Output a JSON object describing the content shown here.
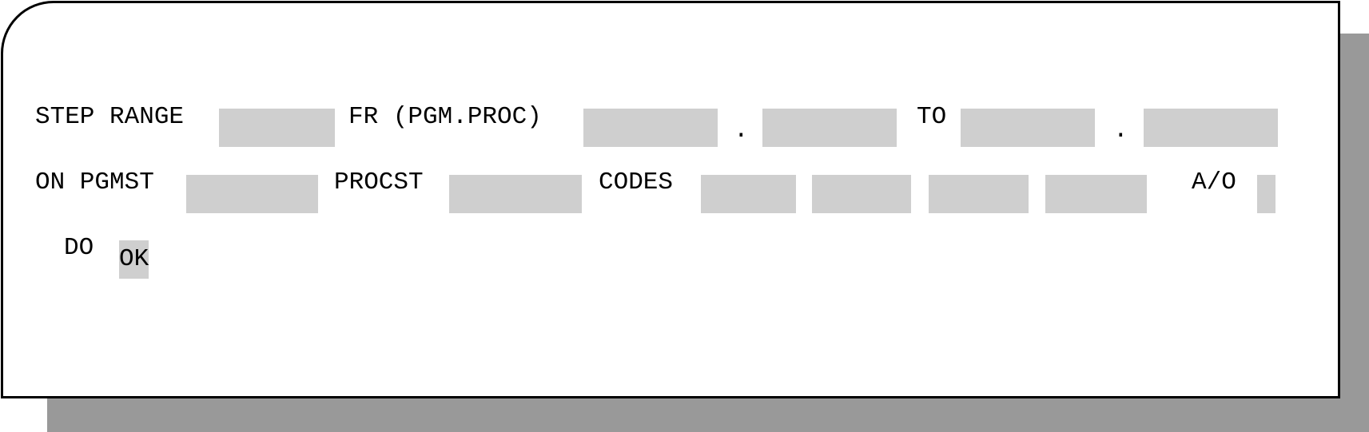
{
  "form": {
    "row1": {
      "step_range_label": "STEP RANGE",
      "step_range_value": "",
      "fr_label": "FR (PGM.PROC)",
      "fr_pgm_value": "",
      "fr_separator": ".",
      "fr_proc_value": "",
      "to_label": "TO",
      "to_pgm_value": "",
      "to_separator": ".",
      "to_proc_value": ""
    },
    "row2": {
      "on_pgmst_label": "ON PGMST",
      "pgmst_value": "",
      "procst_label": "PROCST",
      "procst_value": "",
      "codes_label": "CODES",
      "codes_values": [
        "",
        "",
        "",
        ""
      ],
      "ao_label": "A/O",
      "ao_value": ""
    },
    "row3": {
      "do_label": "DO",
      "do_value": "OK"
    }
  },
  "colors": {
    "field_bg": "#cfcfcf",
    "shadow": "#999999",
    "border": "#000000"
  }
}
